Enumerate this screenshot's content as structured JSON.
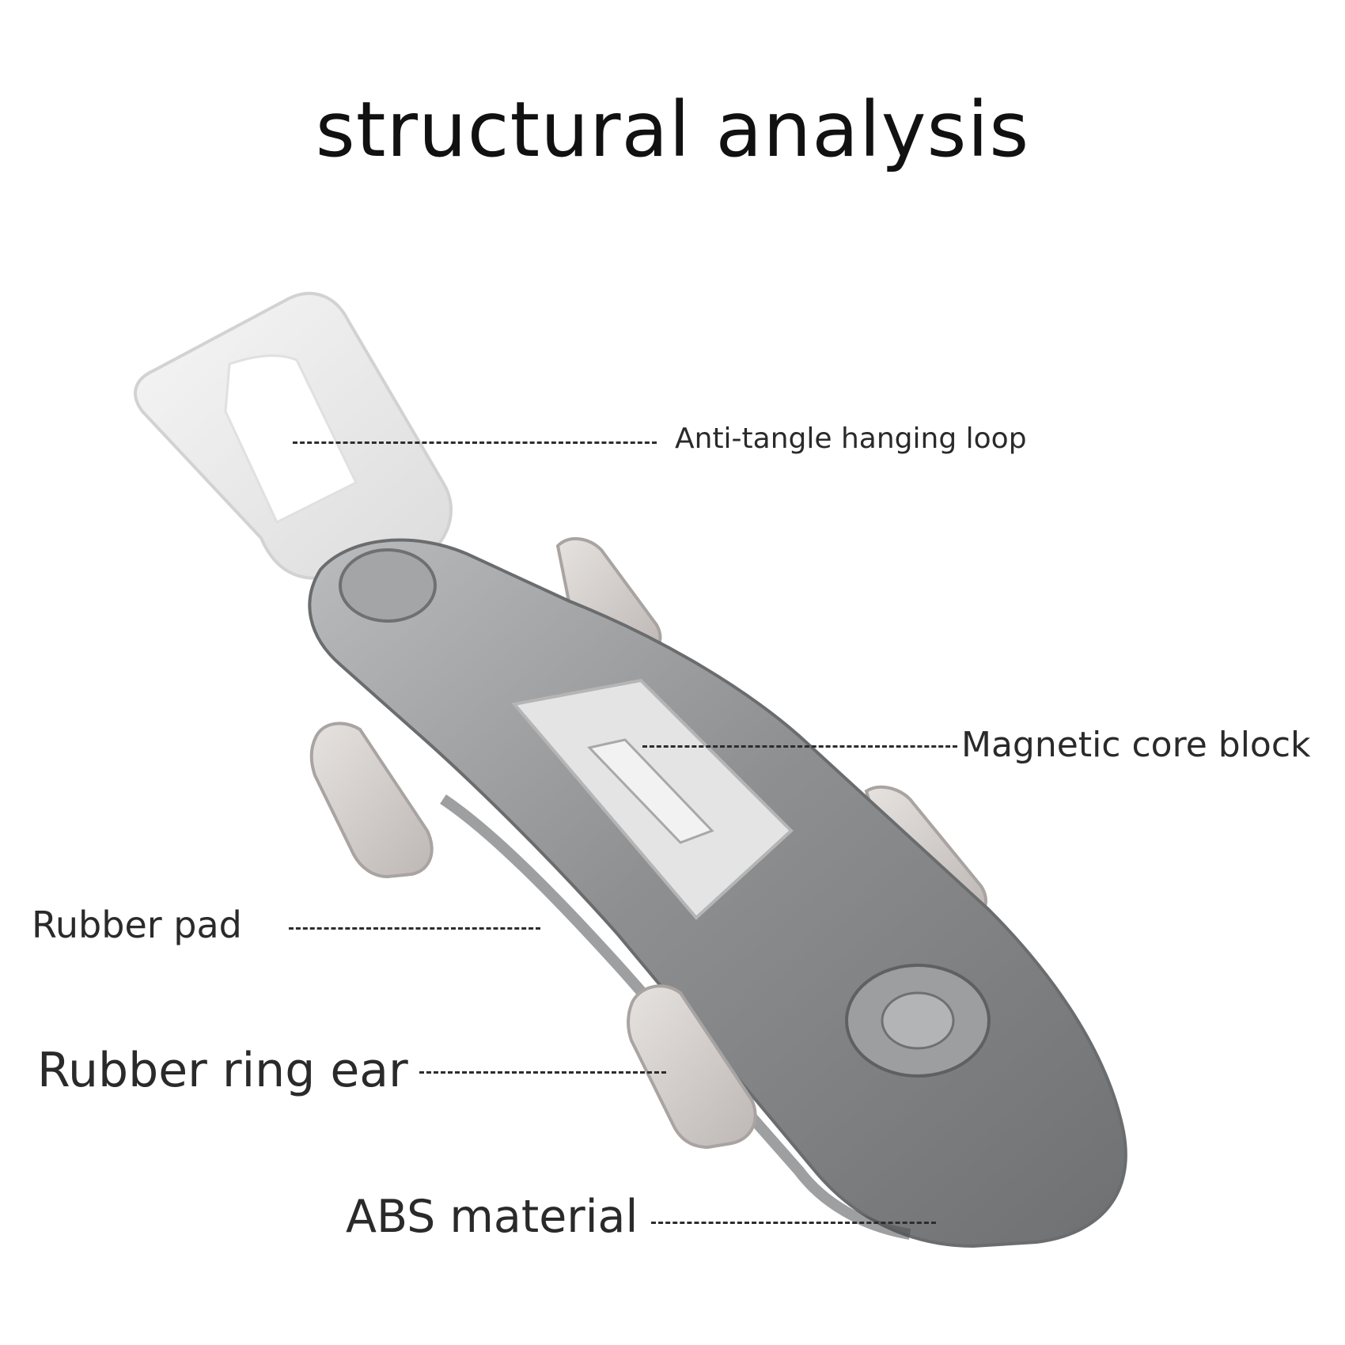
{
  "title": "structural analysis",
  "callouts": {
    "loop": "Anti-tangle hanging loop",
    "core": "Magnetic core block",
    "pad": "Rubber pad",
    "ear": "Rubber ring ear",
    "abs": "ABS material"
  },
  "image": {
    "subject": "translucent magnetic clip with hanging loop and rubber ring ears"
  },
  "colors": {
    "background": "#ffffff",
    "text": "#1e1e1e",
    "leader": "#2d2d2d",
    "clip_body": "#8a8c8e",
    "clip_shadow": "#4a4c4e",
    "loop": "#ececec"
  }
}
